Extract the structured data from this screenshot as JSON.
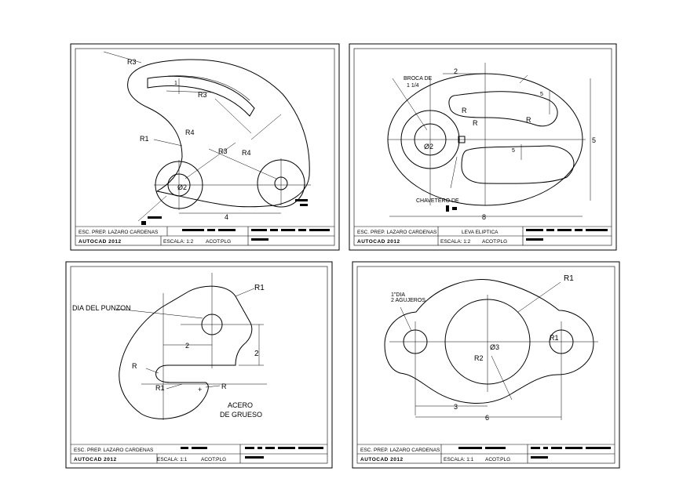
{
  "sheets": [
    {
      "school": "ESC. PREP. LAZARO CARDENAS",
      "title": "",
      "software": "AUTOCAD 2012",
      "scale": "ESCALA: 1:2",
      "units": "ACOT:PLG",
      "dims": {
        "r3_top": "R3",
        "r3_slot": "R3",
        "r1_3_8": "R1",
        "r4_3_8": "R4",
        "r3_1_4": "R3",
        "r4": "R4",
        "d2": "Ø2",
        "len": "4"
      }
    },
    {
      "school": "ESC. PREP. LAZARO CARDENAS",
      "title": "LEVA ELIPTICA",
      "software": "AUTOCAD 2012",
      "scale": "ESCALA: 1:2",
      "units": "ACOT:PLG",
      "dims": {
        "broca": "BROCA DE",
        "broca_size": "1 1/4",
        "w": "2",
        "r_a": "R",
        "r_b": "R",
        "r_c": "R",
        "h1": "5",
        "h2": "5",
        "d": "Ø2",
        "chav": "CHAVETERO DE",
        "height": "5",
        "width": "8"
      }
    },
    {
      "school": "ESC. PREP. LAZARO CARDENAS",
      "title": "",
      "software": "AUTOCAD 2012",
      "scale": "ESCALA: 1:1",
      "units": "ACOT:PLG",
      "dims": {
        "punzon": "DIA DEL PUNZON",
        "r_top": "R1",
        "w": "2",
        "h": "2",
        "r_a": "R",
        "r_b": "R1",
        "r_c": "R",
        "material_1": "ACERO",
        "material_2": "DE GRUESO"
      }
    },
    {
      "school": "ESC. PREP. LAZARO CARDENAS",
      "title": "",
      "software": "AUTOCAD 2012",
      "scale": "ESCALA: 1:1",
      "units": "ACOT:PLG",
      "dims": {
        "holes_1": "1\"DIA",
        "holes_2": "2 AGUJEROS",
        "r_top": "R1",
        "r_small": "R1",
        "d_center": "Ø3",
        "r_big": "R2",
        "w3": "3",
        "w6": "6"
      }
    }
  ]
}
